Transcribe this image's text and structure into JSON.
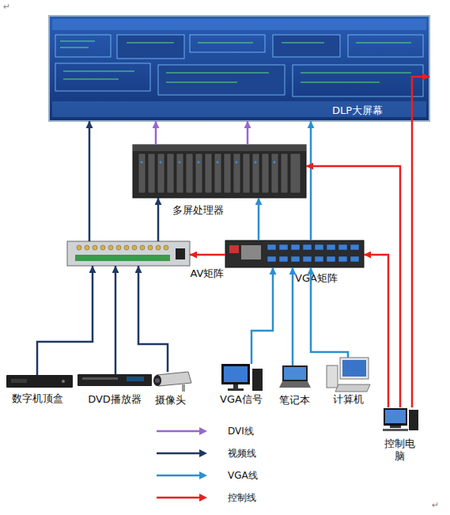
{
  "diagram": {
    "nodes": [
      {
        "text": [
          "DLP大屏幕"
        ]
      },
      {
        "text": [
          "多屏处理器"
        ]
      },
      {
        "text": [
          "AV矩阵"
        ]
      },
      {
        "text": [
          "VGA矩阵"
        ]
      },
      {
        "text": [
          "数字机顶盒"
        ]
      },
      {
        "text": [
          "DVD播放器"
        ]
      },
      {
        "text": [
          "摄像头"
        ]
      },
      {
        "text": [
          "VGA信号"
        ]
      },
      {
        "text": [
          "笔记本"
        ]
      },
      {
        "text": [
          "计算机"
        ]
      },
      {
        "text": [
          "控制电脑"
        ]
      }
    ],
    "edges": [
      {
        "from": 2,
        "to": 0,
        "arrow": "to"
      },
      {
        "from": 2,
        "to": 1,
        "arrow": "to"
      },
      {
        "from": 1,
        "to": 0,
        "arrow": "to"
      },
      {
        "from": 1,
        "to": 0,
        "arrow": "to"
      },
      {
        "from": 3,
        "to": 1,
        "arrow": "to"
      },
      {
        "from": 3,
        "to": 0,
        "arrow": "to"
      },
      {
        "from": 3,
        "to": 2,
        "arrow": "to"
      },
      {
        "from": 10,
        "to": 3,
        "arrow": "to"
      },
      {
        "from": 10,
        "to": 1,
        "arrow": "to"
      },
      {
        "from": 10,
        "to": 0,
        "arrow": "to"
      },
      {
        "from": 4,
        "to": 2,
        "arrow": "to"
      },
      {
        "from": 5,
        "to": 2,
        "arrow": "to"
      },
      {
        "from": 6,
        "to": 2,
        "arrow": "to"
      },
      {
        "from": 7,
        "to": 3,
        "arrow": "to"
      },
      {
        "from": 8,
        "to": 3,
        "arrow": "to"
      },
      {
        "from": 9,
        "to": 3,
        "arrow": "to"
      }
    ],
    "labels": [
      "↵",
      "↵"
    ],
    "legend": [
      {
        "text": "DVI线"
      },
      {
        "text": "视频线"
      },
      {
        "text": "VGA线"
      },
      {
        "text": "控制线"
      }
    ]
  }
}
